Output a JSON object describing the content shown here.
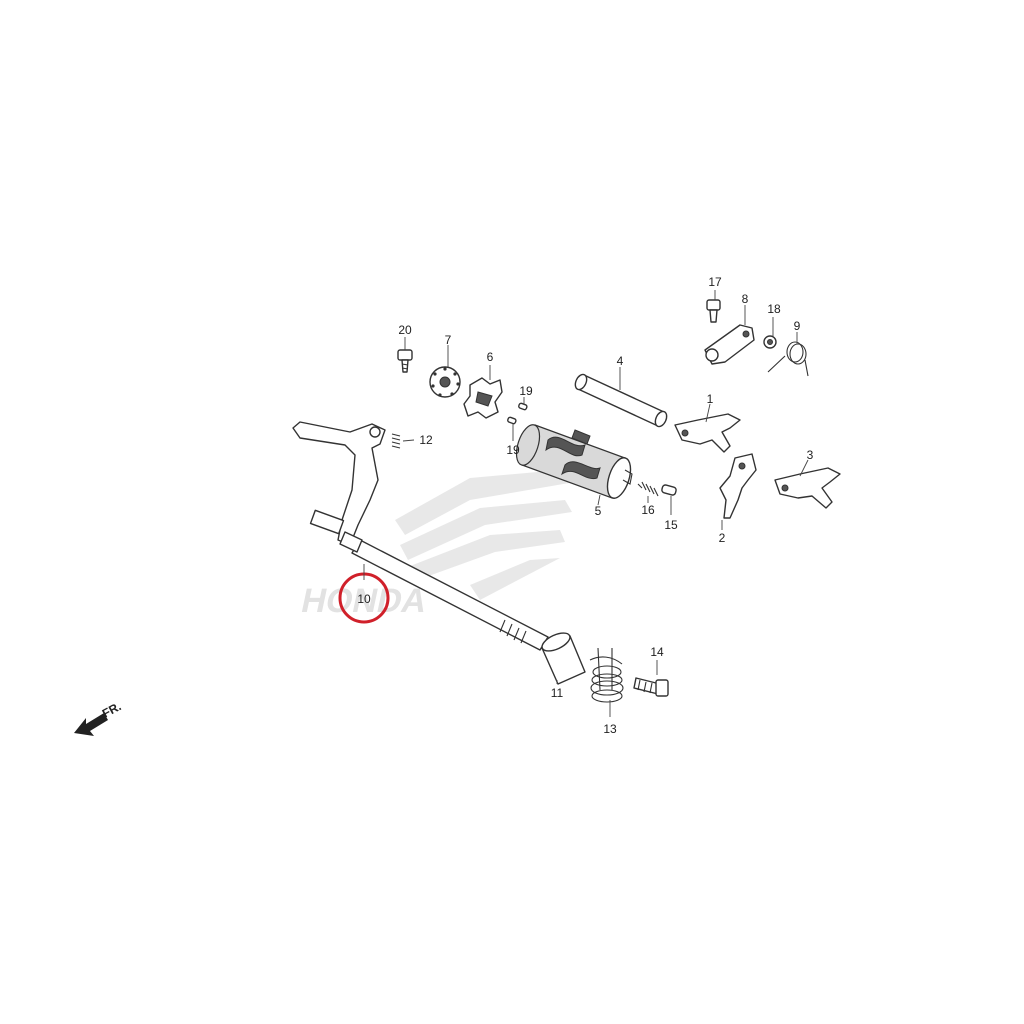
{
  "watermark": {
    "text": "HONDA"
  },
  "direction_arrow": {
    "label": "FR."
  },
  "highlight": {
    "part": "10",
    "color": "#d0202a"
  },
  "parts": [
    {
      "id": "1",
      "label": "1"
    },
    {
      "id": "2",
      "label": "2"
    },
    {
      "id": "3",
      "label": "3"
    },
    {
      "id": "4",
      "label": "4"
    },
    {
      "id": "5",
      "label": "5"
    },
    {
      "id": "6",
      "label": "6"
    },
    {
      "id": "7",
      "label": "7"
    },
    {
      "id": "8",
      "label": "8"
    },
    {
      "id": "9",
      "label": "9"
    },
    {
      "id": "10",
      "label": "10"
    },
    {
      "id": "11",
      "label": "11"
    },
    {
      "id": "12",
      "label": "12"
    },
    {
      "id": "13",
      "label": "13"
    },
    {
      "id": "14",
      "label": "14"
    },
    {
      "id": "15",
      "label": "15"
    },
    {
      "id": "16",
      "label": "16"
    },
    {
      "id": "17",
      "label": "17"
    },
    {
      "id": "18",
      "label": "18"
    },
    {
      "id": "19a",
      "label": "19"
    },
    {
      "id": "19b",
      "label": "19"
    },
    {
      "id": "20",
      "label": "20"
    }
  ]
}
